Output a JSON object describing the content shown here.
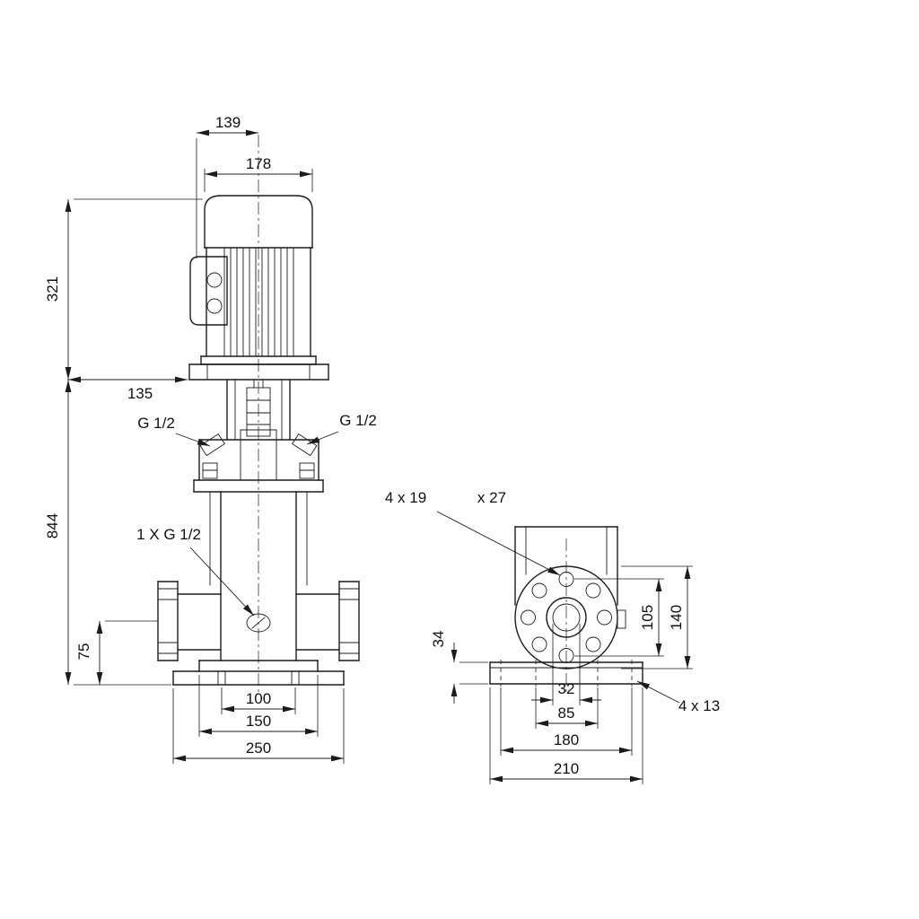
{
  "colors": {
    "line": "#1c1c1c",
    "background": "#ffffff"
  },
  "front_view": {
    "dim_terminal_to_center": "139",
    "dim_motor_width": "178",
    "dim_motor_height": "321",
    "dim_flange_offset": "135",
    "dim_total_height": "844",
    "port_left": "G 1/2",
    "port_right": "G 1/2",
    "drain_port": "1 X G 1/2",
    "dim_port_height": "75",
    "dim_base_bolt_spacing": "100",
    "dim_base_upper_width": "150",
    "dim_base_width": "250"
  },
  "side_view": {
    "flange_holes": "4 x 19",
    "flange_holes_depth": "x 27",
    "dim_base_height": "34",
    "dim_bolt_circle": "105",
    "dim_flange_od": "140",
    "dim_port_bore": "32",
    "dim_base_holes_inner": "85",
    "dim_base_bolt_spacing": "180",
    "dim_base_depth": "210",
    "base_holes": "4 x 13"
  }
}
